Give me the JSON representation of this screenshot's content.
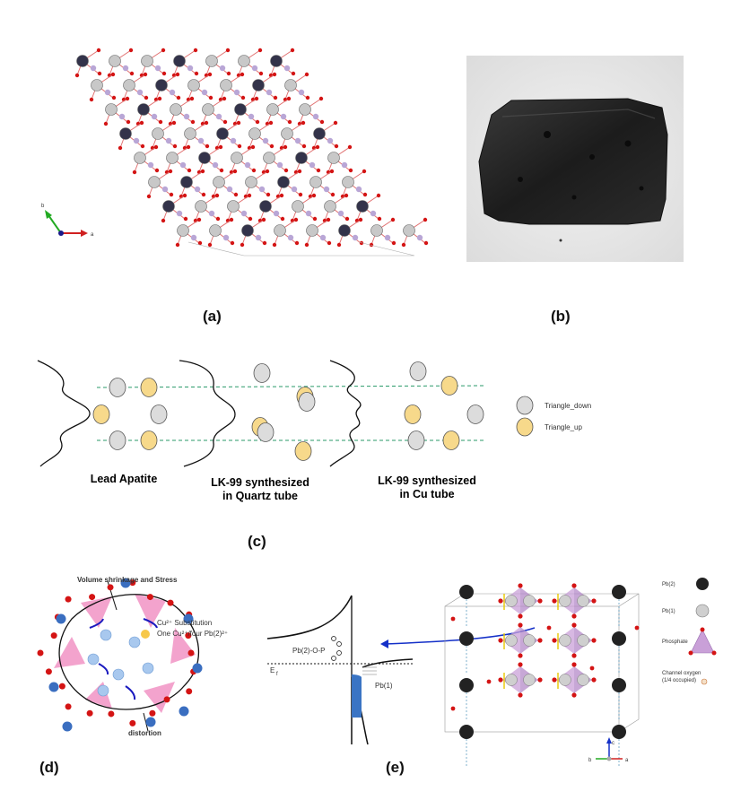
{
  "panels": {
    "a": {
      "label": "(a)",
      "axis_labels": {
        "b": "b",
        "a": "a"
      }
    },
    "b": {
      "label": "(b)"
    },
    "c": {
      "label": "(c)",
      "legend": {
        "down": "Triangle_down",
        "up": "Triangle_up"
      },
      "captions": [
        {
          "line1": "Lead Apatite",
          "line2": ""
        },
        {
          "line1": "LK-99 synthesized",
          "line2": "in Quartz tube"
        },
        {
          "line1": "LK-99 synthesized",
          "line2": "in Cu tube"
        }
      ]
    },
    "d": {
      "label": "(d)",
      "title": "Volume shrinkage and Stress",
      "subst_line1": "Cu²⁺ Substitution",
      "subst_line2": "One Cu²⁺/four Pb(2)²⁺",
      "distortion": "distortion"
    },
    "e": {
      "label": "(e)",
      "band_label": "Pb(2)-O-P",
      "fermi": "E",
      "fermi_sub": "f",
      "pb1_label": "Pb(1)",
      "legend": {
        "pb2": "Pb(2)",
        "pb1": "Pb(1)",
        "phosphate": "Phosphate",
        "channel_line1": "Channel oxygen",
        "channel_line2": "(1/4 occupied)"
      },
      "axes": {
        "c": "c",
        "b": "b",
        "a": "a"
      }
    }
  },
  "colors": {
    "grey_atom": "#dcdcdc",
    "yellow_atom": "#f7d98b",
    "dashed_line": "#2a9a6a",
    "pink_triangle": "#f08cc0",
    "dark_atom": "#222222",
    "red_atom": "#d41414",
    "arrow_blue": "#1430c8"
  }
}
